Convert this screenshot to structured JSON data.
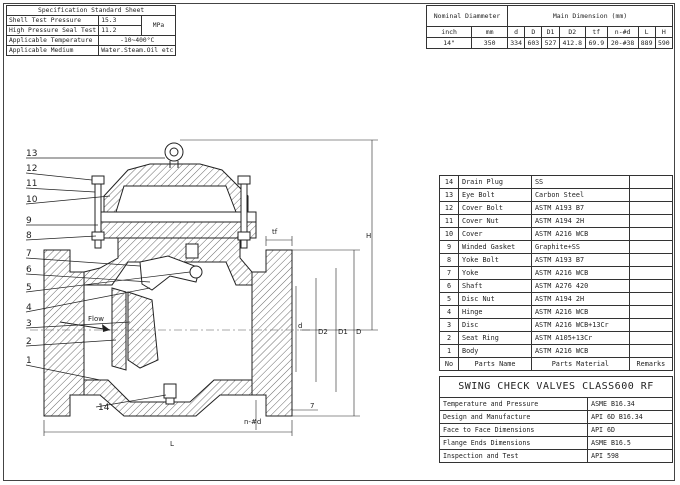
{
  "spec_sheet": {
    "title": "Specification Standard Sheet",
    "rows": [
      {
        "label": "Shell Test Pressure",
        "value": "15.3"
      },
      {
        "label": "High Pressure Seal Test",
        "value": "11.2"
      },
      {
        "label": "Applicable Temperature",
        "value": "-10~400°C"
      },
      {
        "label": "Applicable Medium",
        "value": "Water.Steam.Oil etc"
      }
    ],
    "unit": "MPa"
  },
  "dimension_table": {
    "nominal_header": "Nominal Diammeter",
    "main_header": "Main Dimension (mm)",
    "units": [
      "inch",
      "mm",
      "d",
      "D",
      "D1",
      "D2",
      "tf",
      "n-#d",
      "L",
      "H"
    ],
    "values": [
      "14\"",
      "350",
      "334",
      "603",
      "527",
      "412.8",
      "69.9",
      "20-#38",
      "889",
      "590"
    ]
  },
  "parts": [
    {
      "no": "14",
      "name": "Drain Plug",
      "material": "SS"
    },
    {
      "no": "13",
      "name": "Eye Bolt",
      "material": "Carbon Steel"
    },
    {
      "no": "12",
      "name": "Cover Bolt",
      "material": "ASTM A193 B7"
    },
    {
      "no": "11",
      "name": "Cover Nut",
      "material": "ASTM A194 2H"
    },
    {
      "no": "10",
      "name": "Cover",
      "material": "ASTM A216 WCB"
    },
    {
      "no": "9",
      "name": "Winded Gasket",
      "material": "Graphite+SS"
    },
    {
      "no": "8",
      "name": "Yoke Bolt",
      "material": "ASTM A193 B7"
    },
    {
      "no": "7",
      "name": "Yoke",
      "material": "ASTM A216 WCB"
    },
    {
      "no": "6",
      "name": "Shaft",
      "material": "ASTM A276 420"
    },
    {
      "no": "5",
      "name": "Disc Nut",
      "material": "ASTM A194 2H"
    },
    {
      "no": "4",
      "name": "Hinge",
      "material": "ASTM A216 WCB"
    },
    {
      "no": "3",
      "name": "Disc",
      "material": "ASTM A216 WCB+13Cr"
    },
    {
      "no": "2",
      "name": "Seat Ring",
      "material": "ASTM A105+13Cr"
    },
    {
      "no": "1",
      "name": "Body",
      "material": "ASTM A216 WCB"
    }
  ],
  "parts_header": {
    "no": "No",
    "name": "Parts Name",
    "material": "Parts Material",
    "remarks": "Remarks"
  },
  "standards": {
    "title": "SWING CHECK VALVES CLASS600 RF",
    "rows": [
      {
        "label": "Temperature and Pressure",
        "value": "ASME B16.34"
      },
      {
        "label": "Design and Manufacture",
        "value": "API 6D  B16.34"
      },
      {
        "label": "Face to Face Dimensions",
        "value": "API 6D"
      },
      {
        "label": "Flange Ends Dimensions",
        "value": "ASME B16.5"
      },
      {
        "label": "Inspection and Test",
        "value": "API 598"
      }
    ]
  },
  "drawing": {
    "callouts": [
      "13",
      "12",
      "11",
      "10",
      "9",
      "8",
      "7",
      "6",
      "5",
      "4",
      "3",
      "2",
      "1",
      "14"
    ],
    "flow_label": "Flow",
    "dim_labels": {
      "tf": "tf",
      "H": "H",
      "d": "d",
      "D2": "D2",
      "D1": "D1",
      "D": "D",
      "L": "L",
      "nd": "n-#d",
      "seven": "7"
    }
  }
}
